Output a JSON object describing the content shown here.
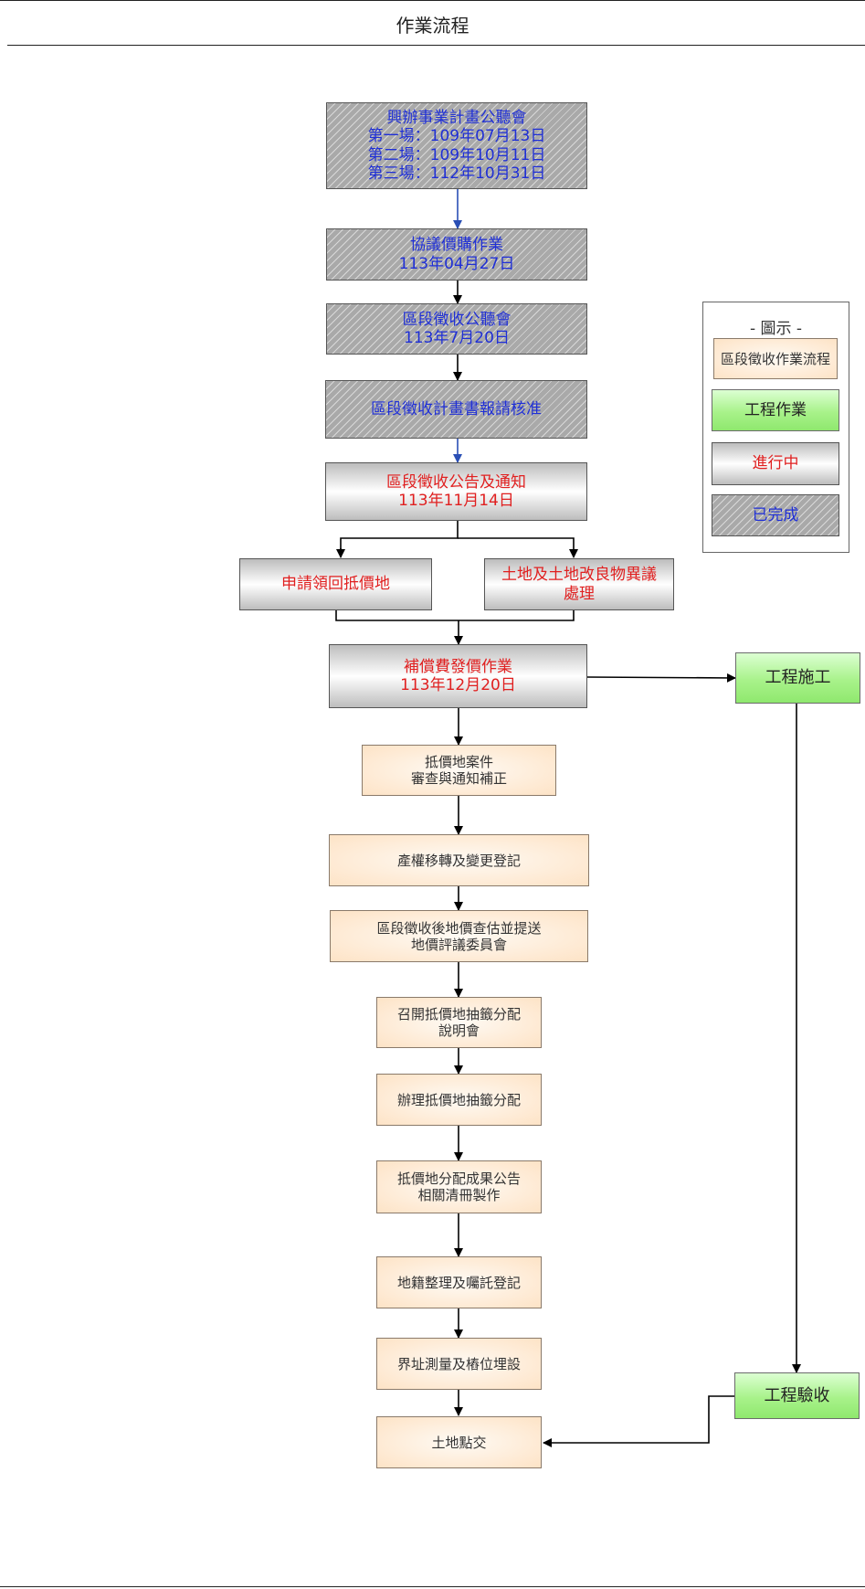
{
  "header": {
    "title": "作業流程"
  },
  "steps": {
    "public_hearing": [
      "興辦事業計畫公聽會",
      "第一場：109年07月13日",
      "第二場：109年10月11日",
      "第三場：112年10月31日"
    ],
    "negotiation": [
      "協議價購作業",
      "113年04月27日"
    ],
    "zone_hearing": [
      "區段徵收公聽會",
      "113年7月20日"
    ],
    "plan_approval": [
      "區段徵收計畫書報請核准"
    ],
    "announcement": [
      "區段徵收公告及通知",
      "113年11月14日"
    ],
    "apply_land": [
      "申請領回抵價地"
    ],
    "objection": [
      "土地及土地改良物異議",
      "處理"
    ],
    "compensation": [
      "補償費發價作業",
      "113年12月20日"
    ],
    "review_case": [
      "抵價地案件",
      "審查與通知補正"
    ],
    "ownership_transfer": [
      "產權移轉及變更登記"
    ],
    "price_assessment": [
      "區段徵收後地價查估並提送",
      "地價評議委員會"
    ],
    "lottery_briefing": [
      "召開抵價地抽籤分配",
      "說明會"
    ],
    "lottery": [
      "辦理抵價地抽籤分配"
    ],
    "result_announce": [
      "抵價地分配成果公告",
      "相關清冊製作"
    ],
    "cadastral": [
      "地籍整理及囑託登記"
    ],
    "survey": [
      "界址測量及樁位埋設"
    ],
    "handover": [
      "土地點交"
    ],
    "construction": [
      "工程施工"
    ],
    "acceptance": [
      "工程驗收"
    ]
  },
  "legend": {
    "title": "- 圖示 -",
    "items": [
      {
        "label": "區段徵收作業流程",
        "style": "land"
      },
      {
        "label": "工程作業",
        "style": "eng"
      },
      {
        "label": "進行中",
        "style": "progress"
      },
      {
        "label": "已完成",
        "style": "done"
      }
    ]
  },
  "colors": {
    "done_text": "#1f2fd6",
    "progress_text": "#e02020",
    "land_fill": "#fde3c6",
    "eng_fill": "#a8f28a",
    "arrow": "#000000"
  }
}
